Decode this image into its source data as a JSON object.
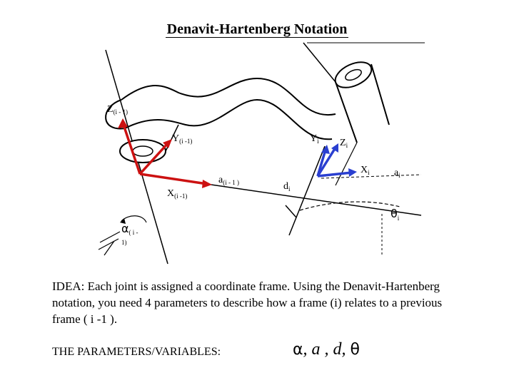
{
  "title": "Denavit-Hartenberg Notation",
  "labels": {
    "z_prev": "Z",
    "z_prev_sub": "(i - 1)",
    "y_prev": "Y",
    "y_prev_sub": "(i -1)",
    "x_prev": "X",
    "x_prev_sub": "(i -1)",
    "a_prev": "a",
    "a_prev_sub": "(i - 1 )",
    "y_i": "Y",
    "y_i_sub": "i",
    "z_i": "Z",
    "z_i_sub": "i",
    "x_i": "X",
    "x_i_sub": "i",
    "d_i": "d",
    "d_i_sub": "i",
    "a_i": "a",
    "a_i_sub": "i",
    "theta_sym": "θ",
    "theta_sub": "i",
    "alpha_sym": "α",
    "alpha_sub_1": "( i -",
    "alpha_sub_2": "1)"
  },
  "idea": "IDEA:  Each joint is assigned a coordinate frame. Using the Denavit-Hartenberg notation, you need 4 parameters to describe how a frame (i) relates to a previous frame ( i -1 ).",
  "params_label": "THE PARAMETERS/VARIABLES:",
  "param_symbols": {
    "alpha": "α",
    "sep1": ", ",
    "a": "a",
    "sep2": " , ",
    "d": "d",
    "sep3": ", ",
    "theta": "θ"
  },
  "colors": {
    "red_axes": "#cc1111",
    "blue_axes": "#2a3fd0"
  }
}
